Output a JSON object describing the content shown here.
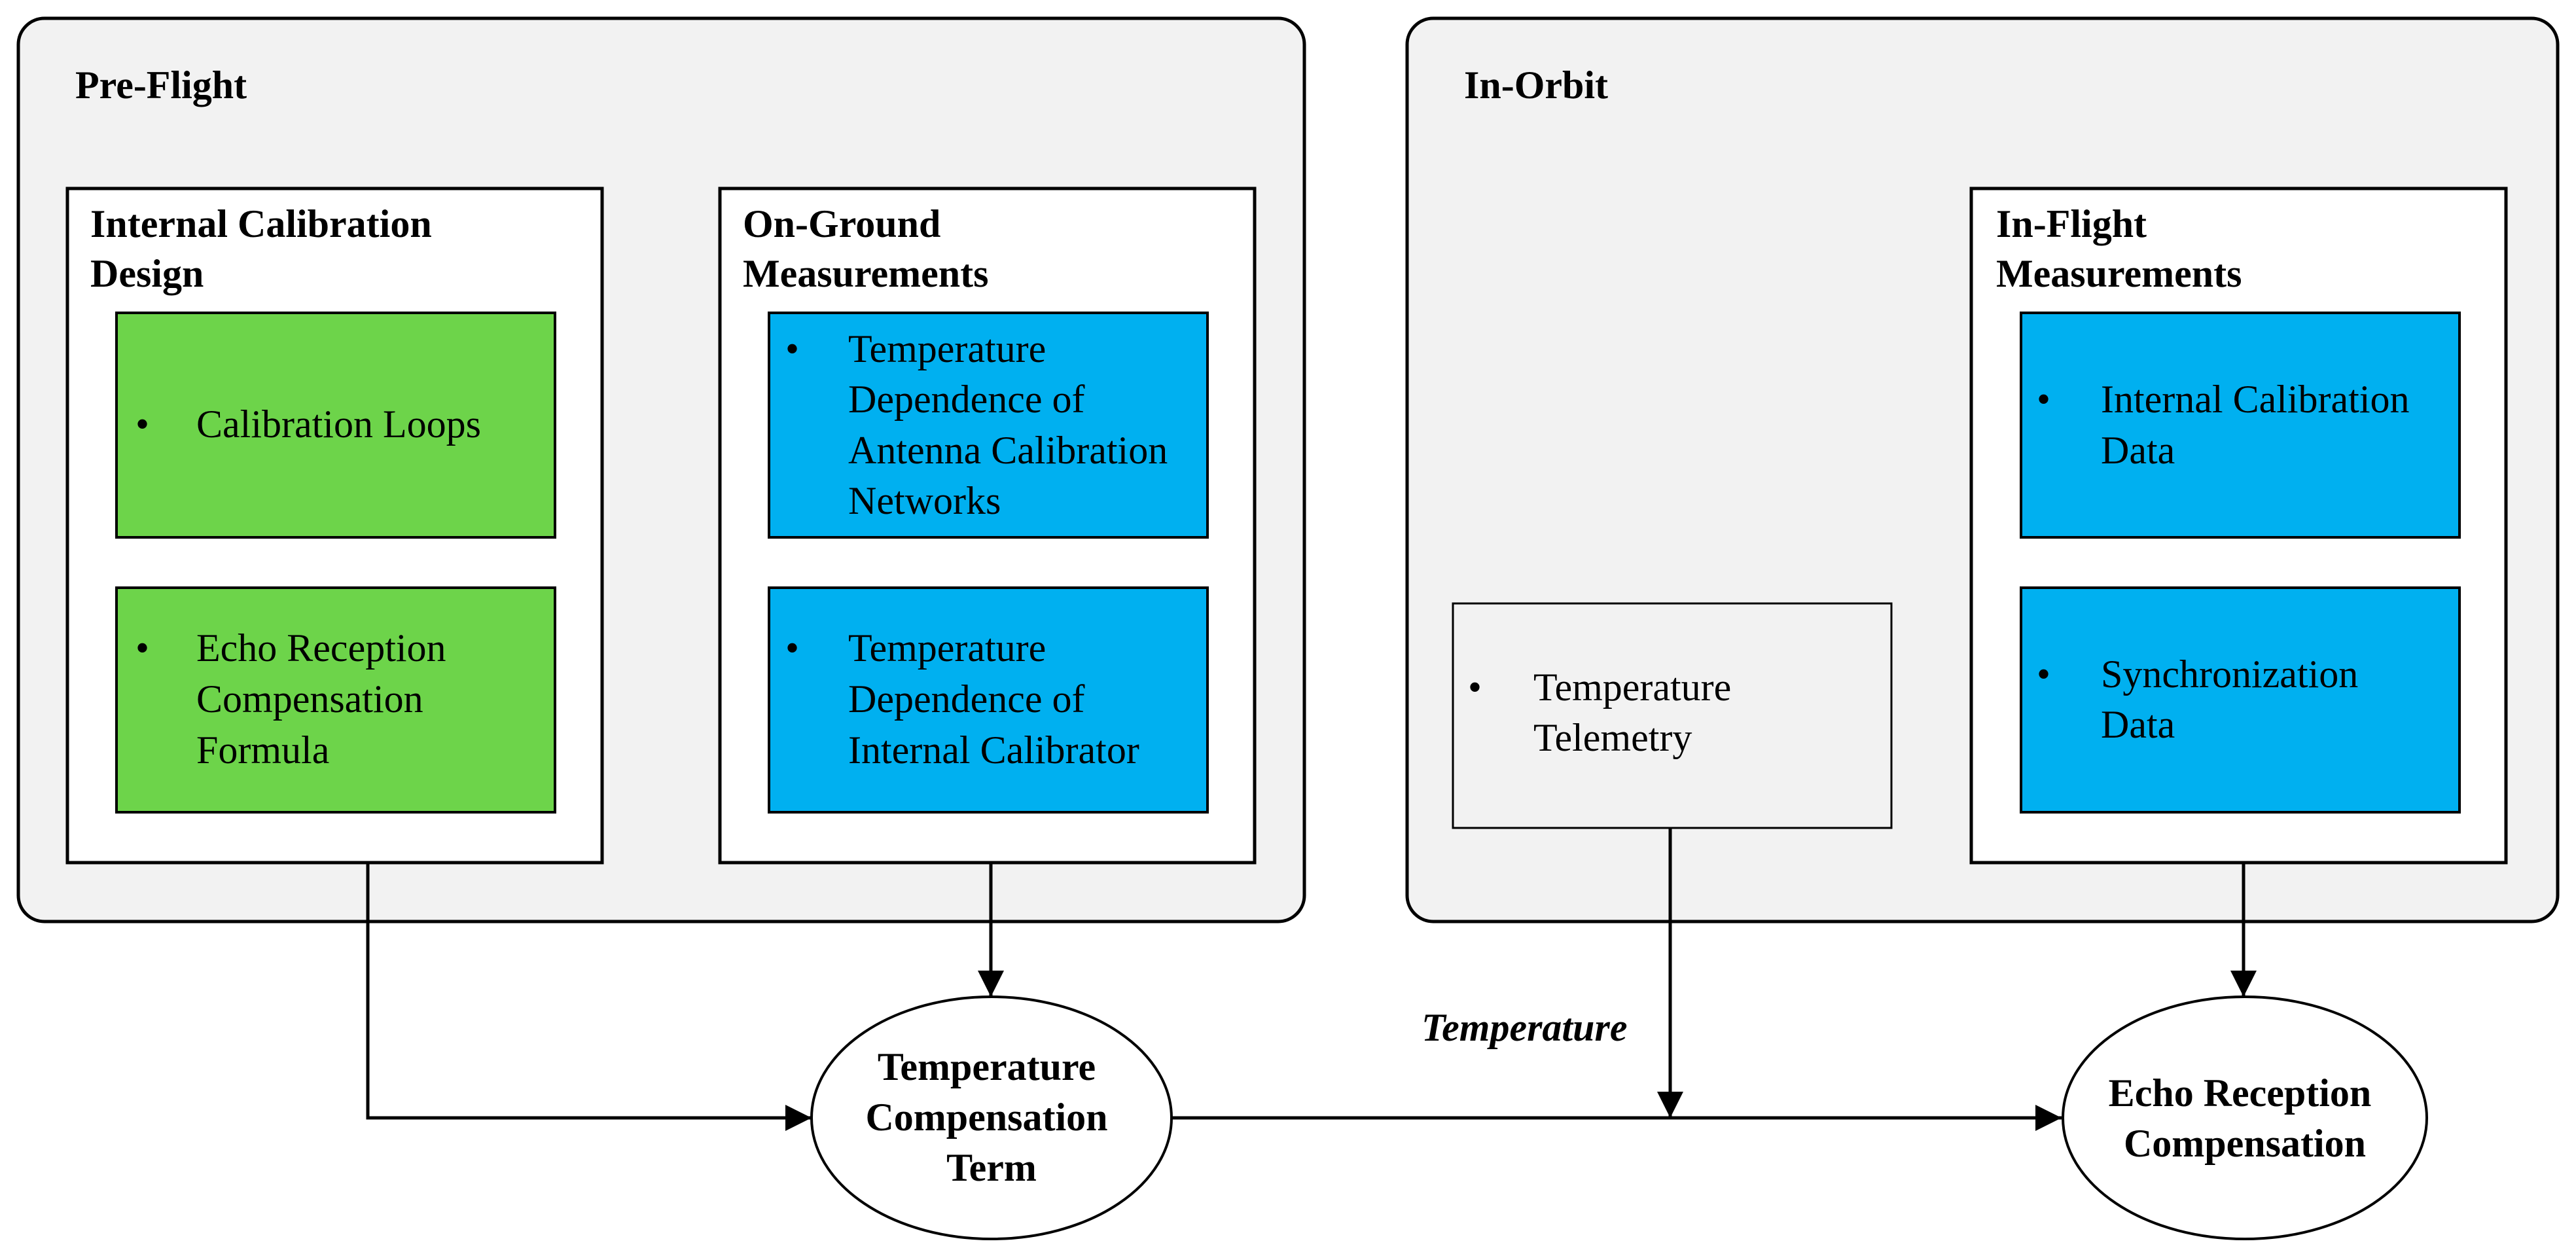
{
  "groups": {
    "preflight": {
      "title": "Pre-Flight"
    },
    "inorbit": {
      "title": "In-Orbit"
    }
  },
  "panels": {
    "icd": {
      "title_lines": [
        "Internal Calibration",
        "Design"
      ]
    },
    "ogm": {
      "title_lines": [
        "On-Ground",
        "Measurements"
      ]
    },
    "ifm": {
      "title_lines": [
        "In-Flight",
        "Measurements"
      ]
    }
  },
  "items": {
    "calibration_loops": {
      "lines": [
        "Calibration Loops"
      ]
    },
    "echo_formula": {
      "lines": [
        "Echo Reception",
        "Compensation",
        "Formula"
      ]
    },
    "temp_antenna": {
      "lines": [
        "Temperature",
        "Dependence of",
        "Antenna Calibration",
        "Networks"
      ]
    },
    "temp_calibrator": {
      "lines": [
        "Temperature",
        "Dependence of",
        "Internal Calibrator"
      ]
    },
    "temp_telemetry": {
      "lines": [
        "Temperature",
        "Telemetry"
      ]
    },
    "internal_cal_data": {
      "lines": [
        "Internal Calibration",
        "Data"
      ]
    },
    "sync_data": {
      "lines": [
        "Synchronization",
        "Data"
      ]
    }
  },
  "bullet": "•",
  "nodes": {
    "temp_comp": {
      "lines": [
        "Temperature",
        "Compensation",
        "Term"
      ]
    },
    "echo_comp": {
      "lines": [
        "Echo Reception",
        "Compensation"
      ]
    }
  },
  "edge_labels": {
    "temperature": "Temperature"
  },
  "colors": {
    "green": "#6dd44a",
    "blue": "#00b0f0",
    "group_fill": "#f2f2f2",
    "telemetry_fill": "#f2f2f2",
    "stroke": "#000000"
  }
}
